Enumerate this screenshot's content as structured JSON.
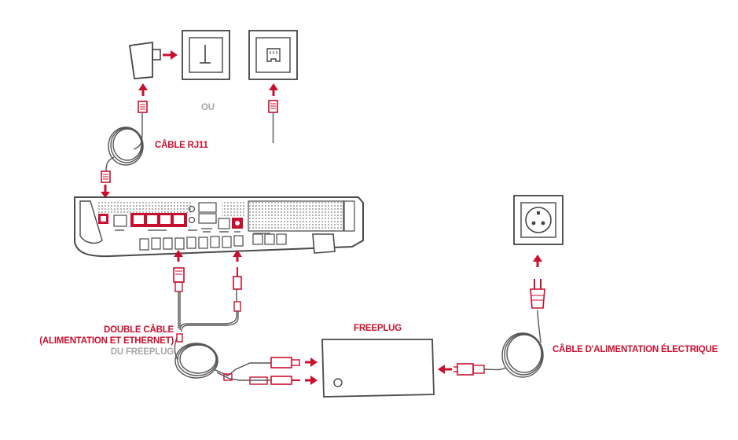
{
  "colors": {
    "accent": "#c8102e",
    "line": "#4a4a4a",
    "muted": "#a8a8a8"
  },
  "labels": {
    "ou": "OU",
    "cable_rj11": "CÂBLE RJ11",
    "double_cable_line1": "DOUBLE CÂBLE",
    "double_cable_line2": "(ALIMENTATION ET ETHERNET)",
    "double_cable_line3": "DU FREEPLUG",
    "freeplug": "FREEPLUG",
    "cable_alimentation": "CÂBLE D'ALIMENTATION ÉLECTRIQUE"
  },
  "icons": [
    "rj11-adapter-icon",
    "phone-wall-socket-icon",
    "ethernet-wall-socket-icon",
    "power-outlet-icon",
    "power-plug-icon",
    "rj45-connector-icon"
  ]
}
